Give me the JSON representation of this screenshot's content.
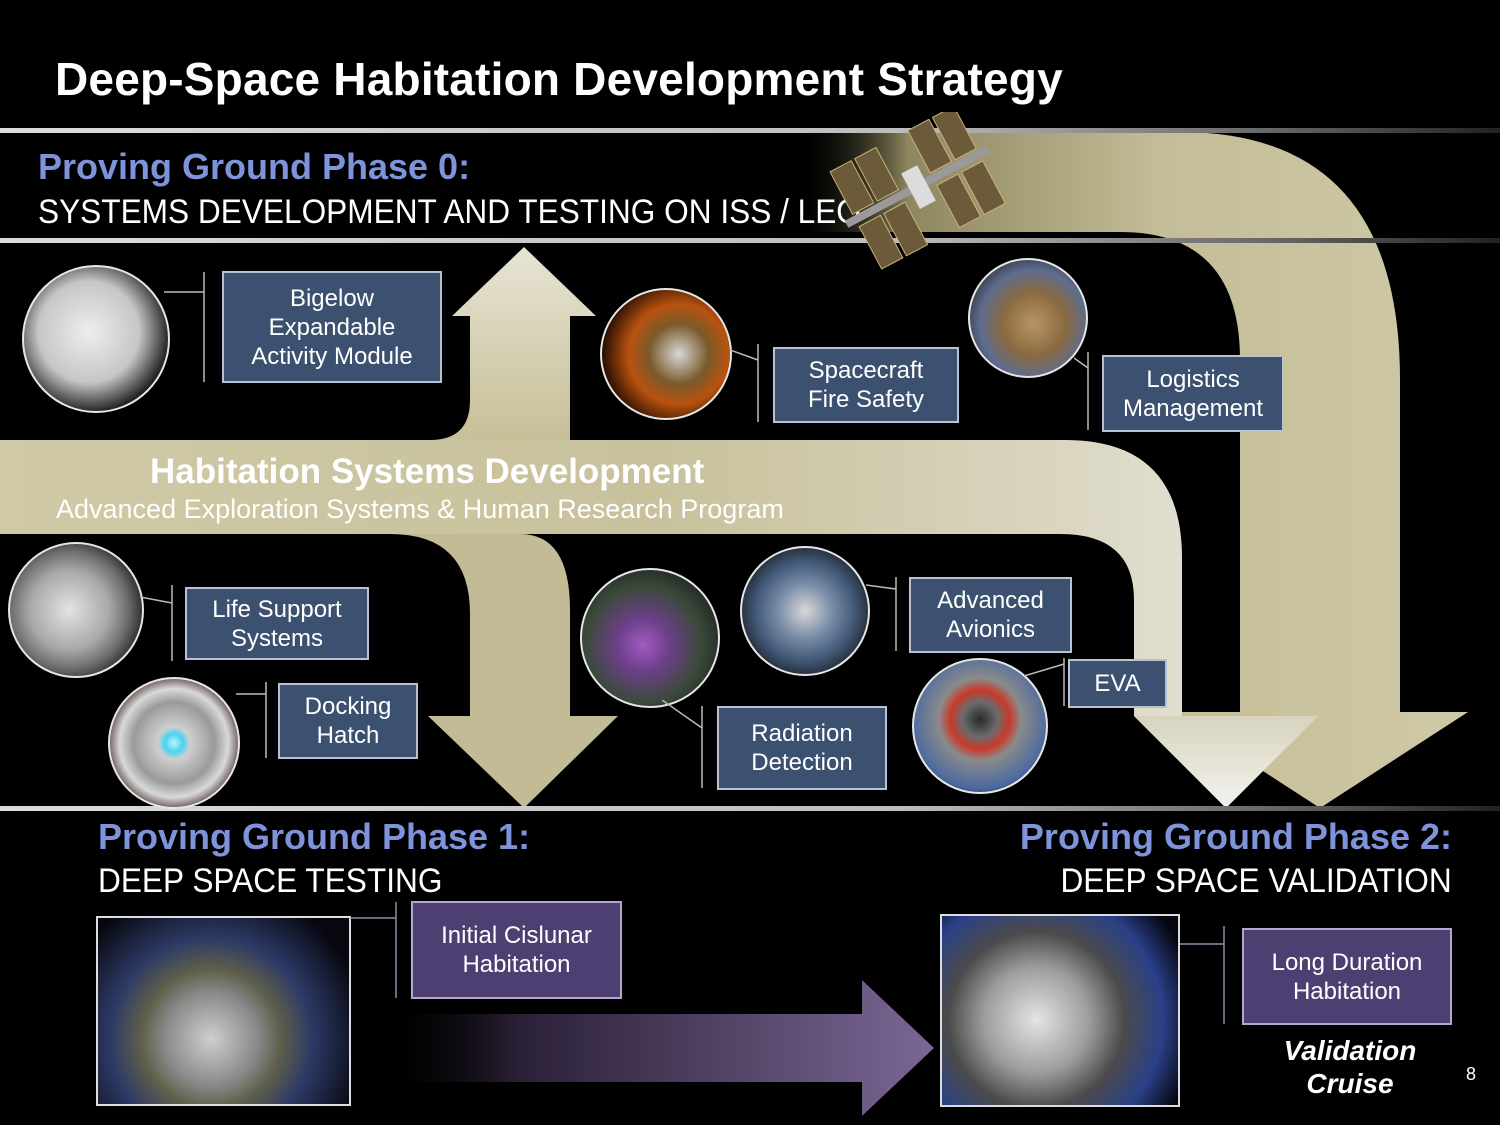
{
  "title": "Deep-Space Habitation Development Strategy",
  "phase0": {
    "heading": "Proving Ground Phase 0:",
    "subtitle": "SYSTEMS DEVELOPMENT AND TESTING ON ISS / LEO"
  },
  "phase1": {
    "heading": "Proving Ground Phase 1:",
    "subtitle": "DEEP SPACE TESTING"
  },
  "phase2": {
    "heading": "Proving Ground Phase 2:",
    "subtitle": "DEEP SPACE VALIDATION"
  },
  "habitation": {
    "title": "Habitation Systems Development",
    "subtitle": "Advanced Exploration Systems & Human Research Program"
  },
  "boxes": {
    "beam": "Bigelow\nExpandable\nActivity Module",
    "fire": "Spacecraft\nFire Safety",
    "logistics": "Logistics\nManagement",
    "life_support": "Life Support\nSystems",
    "docking": "Docking\nHatch",
    "avionics": "Advanced\nAvionics",
    "eva": "EVA",
    "radiation": "Radiation\nDetection",
    "cislunar": "Initial Cislunar\nHabitation",
    "long_duration": "Long Duration\nHabitation"
  },
  "validation_cruise": "Validation\nCruise",
  "page_number": "8",
  "colors": {
    "arrow_tan": "#c9c29a",
    "arrow_tan_dark": "#9c9470",
    "box_blue": "#3c5170",
    "box_purple": "#4e3f72",
    "phase_heading": "#7f93da"
  }
}
